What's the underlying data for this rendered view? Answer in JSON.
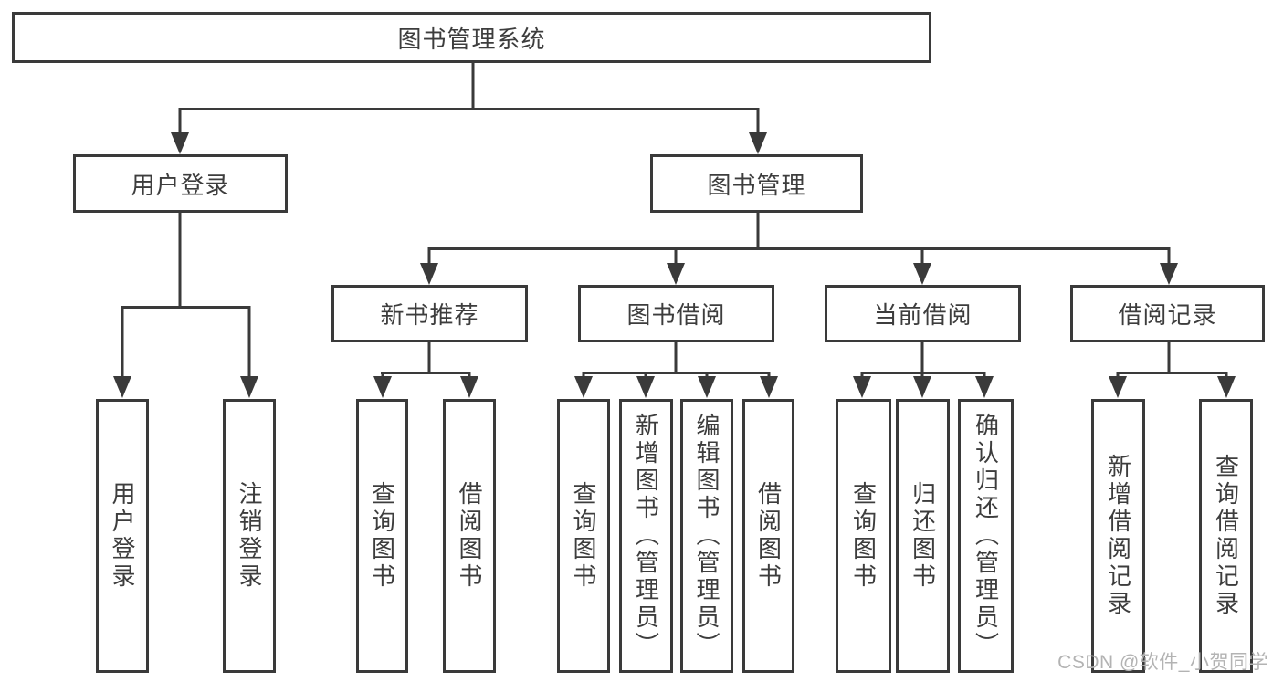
{
  "watermark": "CSDN @软件_小贺同学",
  "diagram": {
    "type": "tree",
    "title": "图书管理系统",
    "level2": [
      {
        "id": "user-login",
        "label": "用户登录",
        "parent": "图书管理系统"
      },
      {
        "id": "book-management",
        "label": "图书管理",
        "parent": "图书管理系统"
      }
    ],
    "level3": [
      {
        "id": "new-book-recommendation",
        "label": "新书推荐",
        "parent": "图书管理"
      },
      {
        "id": "book-borrowing",
        "label": "图书借阅",
        "parent": "图书管理"
      },
      {
        "id": "current-borrowing",
        "label": "当前借阅",
        "parent": "图书管理"
      },
      {
        "id": "borrowing-records",
        "label": "借阅记录",
        "parent": "图书管理"
      }
    ],
    "leaves": [
      {
        "label": "用户登录",
        "parent": "用户登录"
      },
      {
        "label": "注销登录",
        "parent": "用户登录"
      },
      {
        "label": "查询图书",
        "parent": "新书推荐"
      },
      {
        "label": "借阅图书",
        "parent": "新书推荐"
      },
      {
        "label": "查询图书",
        "parent": "图书借阅"
      },
      {
        "label": "新增图书（管理员）",
        "parent": "图书借阅"
      },
      {
        "label": "编辑图书（管理员）",
        "parent": "图书借阅"
      },
      {
        "label": "借阅图书",
        "parent": "图书借阅"
      },
      {
        "label": "查询图书",
        "parent": "当前借阅"
      },
      {
        "label": "归还图书",
        "parent": "当前借阅"
      },
      {
        "label": "确认归还（管理员）",
        "parent": "当前借阅"
      },
      {
        "label": "新增借阅记录",
        "parent": "借阅记录"
      },
      {
        "label": "查询借阅记录",
        "parent": "借阅记录"
      }
    ],
    "line_color": "#3a3a3a",
    "box_fill": "#ffffff",
    "text_color": "#3d3d3d"
  }
}
